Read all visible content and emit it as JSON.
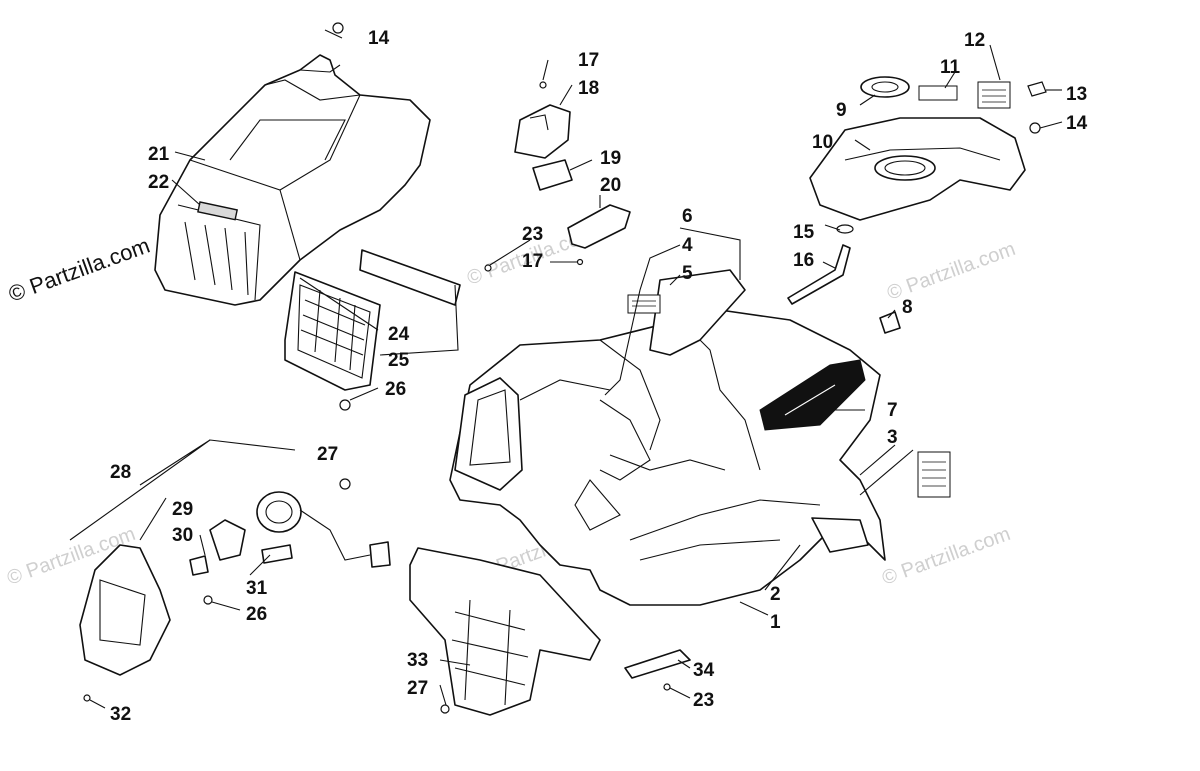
{
  "watermarks": {
    "main": "© Partzilla.com",
    "faint": "© Partzilla.com"
  },
  "callouts": {
    "c1": "1",
    "c2": "2",
    "c3": "3",
    "c4": "4",
    "c5": "5",
    "c6": "6",
    "c7": "7",
    "c8": "8",
    "c9": "9",
    "c10": "10",
    "c11": "11",
    "c12": "12",
    "c13": "13",
    "c14a": "14",
    "c14b": "14",
    "c15": "15",
    "c16": "16",
    "c17a": "17",
    "c17b": "17",
    "c18": "18",
    "c19": "19",
    "c20": "20",
    "c21": "21",
    "c22": "22",
    "c23a": "23",
    "c23b": "23",
    "c24": "24",
    "c25": "25",
    "c26a": "26",
    "c26b": "26",
    "c27a": "27",
    "c27b": "27",
    "c28": "28",
    "c29": "29",
    "c30": "30",
    "c31": "31",
    "c32": "32",
    "c33": "33",
    "c34": "34"
  },
  "icons": {
    "hood": "front-hood-icon",
    "fender": "front-fender-icon",
    "rack": "front-rack-cover-icon",
    "headlight": "headlight-assembly-icon",
    "bumper": "front-bumper-icon"
  }
}
